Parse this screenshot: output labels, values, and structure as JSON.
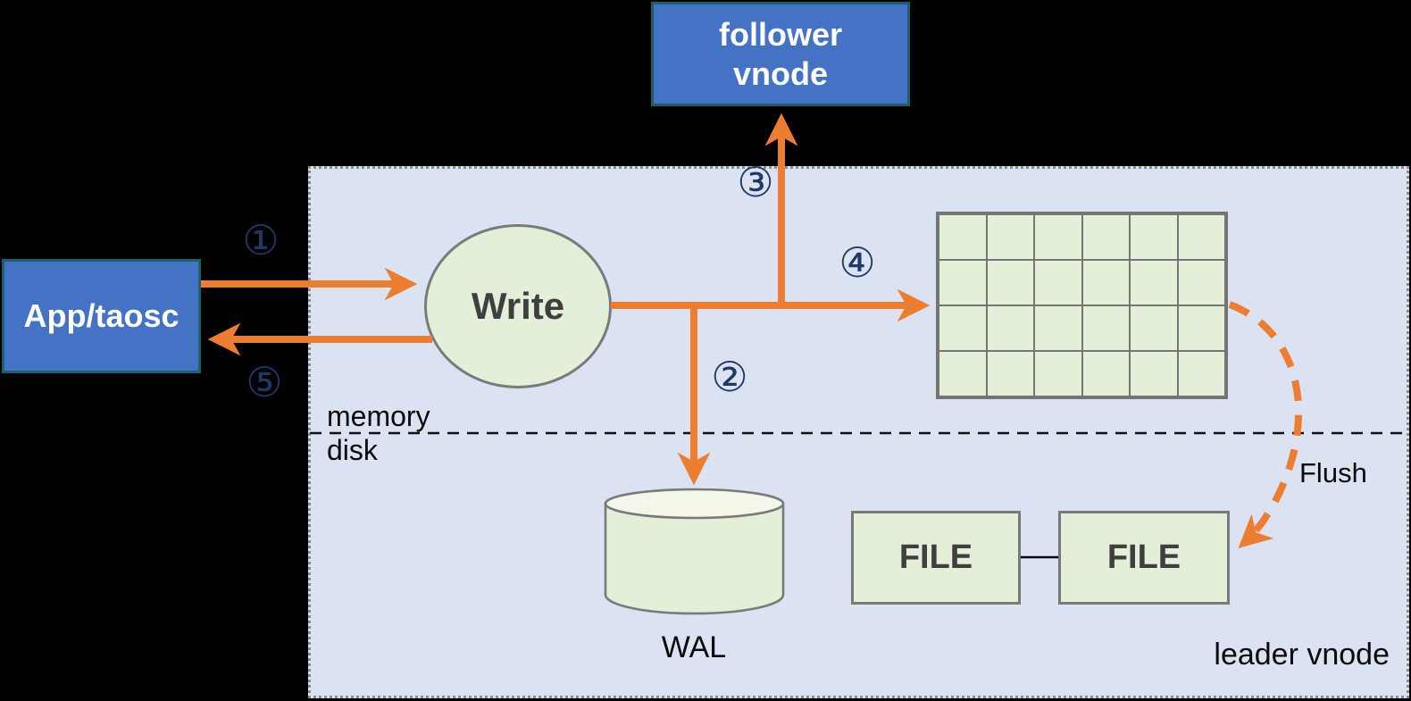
{
  "colors": {
    "background": "#000000",
    "region_fill": "#DBE2F2",
    "region_border": "#8B8B8B",
    "node_blue_fill": "#4472C4",
    "node_blue_border": "#1D5F6B",
    "node_green_fill": "#E3EFD9",
    "node_green_border": "#7A7A7A",
    "cylinder_top_fill": "#F2F7EA",
    "arrow_orange": "#ED7D31",
    "step_number_navy": "#1F3864",
    "bold_text_gray": "#3F3F3F",
    "label_text": "#0A0A0A"
  },
  "nodes": {
    "follower_vnode": {
      "label": "follower vnode"
    },
    "app_taosc": {
      "label": "App/taosc"
    },
    "write": {
      "label": "Write"
    },
    "wal": {
      "label": "WAL"
    },
    "file_left": {
      "label": "FILE"
    },
    "file_right": {
      "label": "FILE"
    }
  },
  "labels": {
    "memory": "memory",
    "disk": "disk",
    "flush": "Flush",
    "leader_vnode": "leader vnode"
  },
  "steps": [
    "①",
    "②",
    "③",
    "④",
    "⑤"
  ],
  "memtable_grid": {
    "rows": 4,
    "cols": 6
  }
}
